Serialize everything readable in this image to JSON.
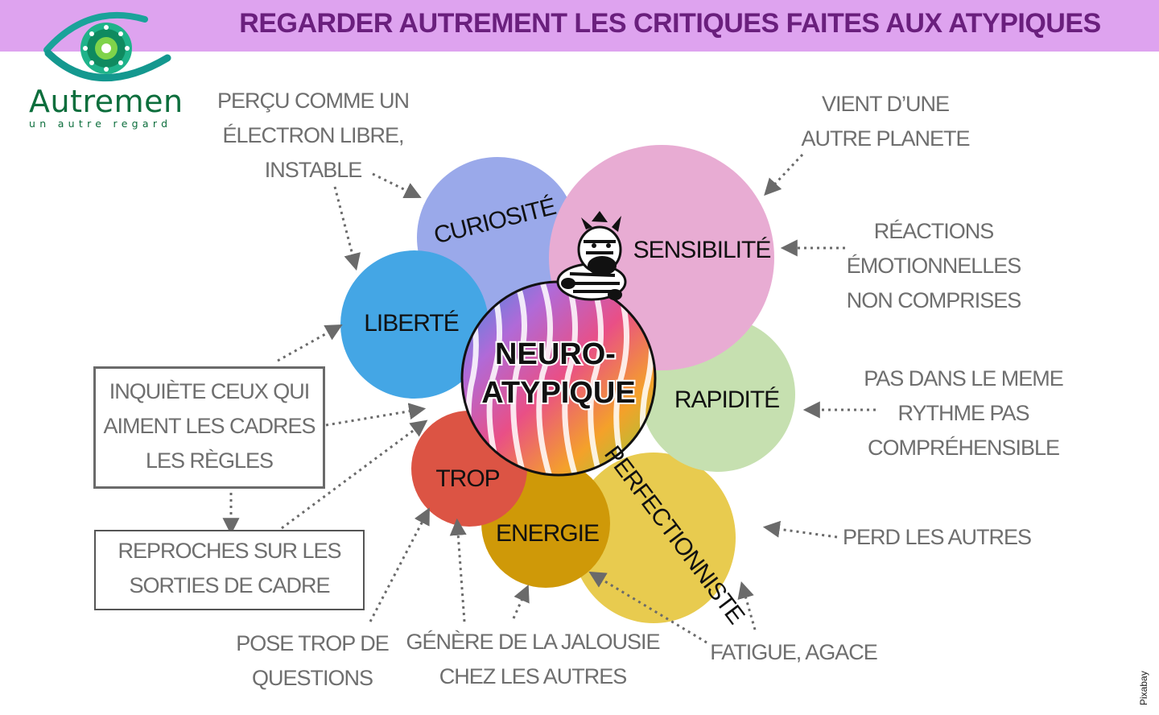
{
  "header": {
    "title": "REGARDER AUTREMENT LES CRITIQUES FAITES AUX ATYPIQUES"
  },
  "logo": {
    "name": "Autremen",
    "tagline": "un autre regard"
  },
  "center": {
    "line1": "NEURO-",
    "line2": "ATYPIQUE"
  },
  "petals": {
    "curiosite": "CURIOSITÉ",
    "sensibilite": "SENSIBILITÉ",
    "liberte": "LIBERTÉ",
    "rapidite": "RAPIDITÉ",
    "trop": "TROP",
    "energie": "ENERGIE",
    "perfectionniste": "PERFECTIONNISTE"
  },
  "notes": {
    "electron": [
      "PERÇU COMME UN",
      "ÉLECTRON LIBRE,",
      "INSTABLE"
    ],
    "planete": [
      "VIENT D’UNE",
      "AUTRE PLANETE"
    ],
    "reactions": [
      "RÉACTIONS",
      "ÉMOTIONNELLES",
      "NON COMPRISES"
    ],
    "rythme": [
      "PAS DANS LE MEME",
      "RYTHME  PAS",
      "COMPRÉHENSIBLE"
    ],
    "perd": [
      "PERD LES AUTRES"
    ],
    "fatigue": [
      "FATIGUE, AGACE"
    ],
    "jalousie": [
      "GÉNÈRE DE LA JALOUSIE",
      "CHEZ LES AUTRES"
    ],
    "questions": [
      "POSE TROP DE",
      "QUESTIONS"
    ],
    "inquiete": [
      "INQUIÈTE CEUX QUI",
      "AIMENT LES CADRES",
      "LES RÈGLES"
    ],
    "reproches": [
      "REPROCHES SUR LES",
      "SORTIES DE CADRE"
    ]
  },
  "credit": "Pixabay",
  "colors": {
    "header": "#dea3ef",
    "title": "#6a1f7d",
    "curiosite": "#9aa9ea",
    "sensibilite": "#e8acd3",
    "liberte": "#44a6e5",
    "rapidite": "#c6e0b0",
    "trop": "#dc5444",
    "energie": "#cf9908",
    "perfectionniste": "#e8cb4f",
    "logo_green": "#0c6e3c"
  }
}
